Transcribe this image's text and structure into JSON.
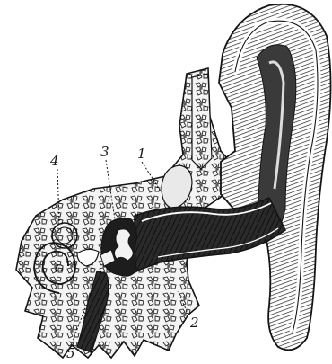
{
  "figure": {
    "labels": [
      "1",
      "2",
      "3",
      "4",
      "5"
    ],
    "colors": {
      "ink": "#151515",
      "paper": "#ffffff",
      "bone": "#f4f4f4",
      "canal_dark": "#242424",
      "cartilage": "#e4e4e4"
    }
  }
}
